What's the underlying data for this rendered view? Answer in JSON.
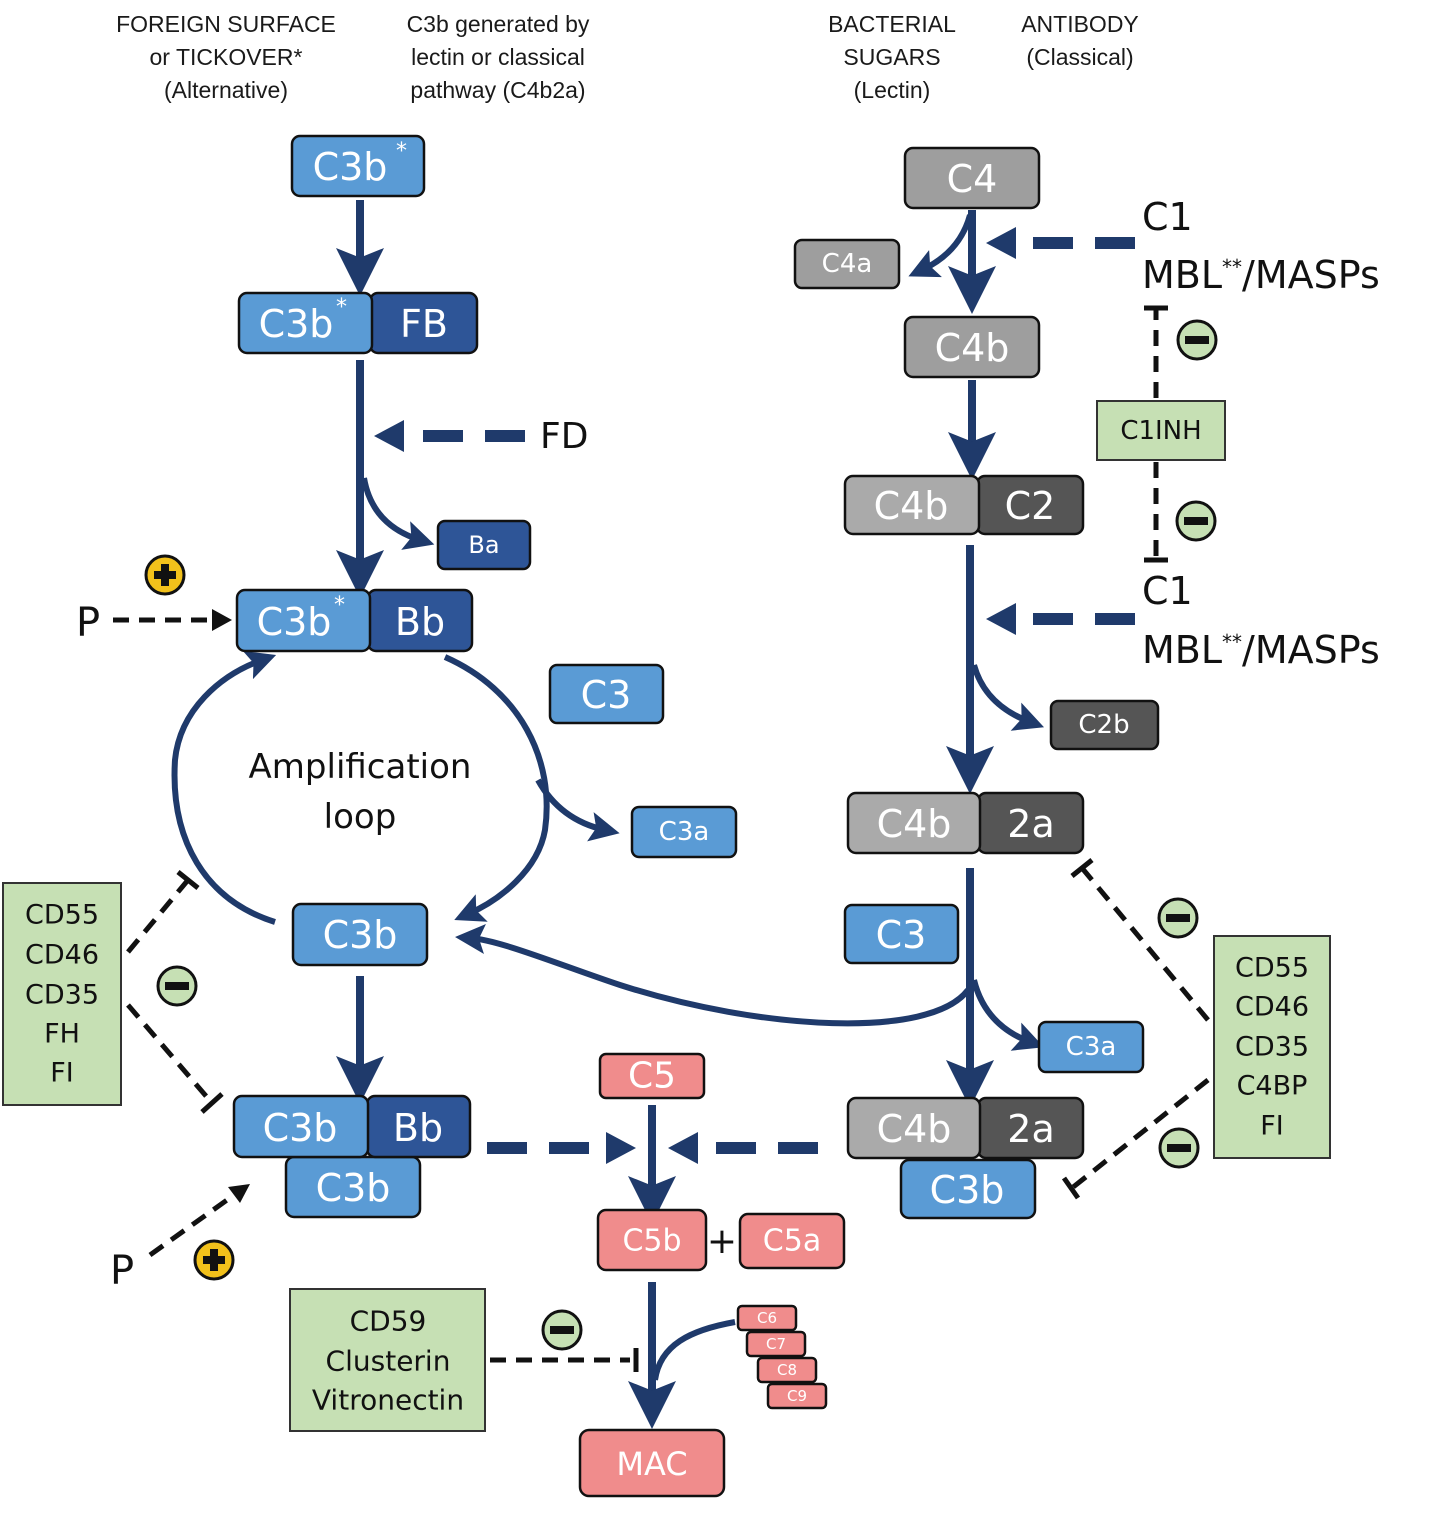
{
  "colors": {
    "c3_blue": "#5a9bd5",
    "factor_dark_blue": "#2e5597",
    "c4_gray": "#9e9e9e",
    "c4b_light_gray": "#aaaaaa",
    "c2_dark_gray": "#555555",
    "terminal_pink": "#f08c8c",
    "inhibitor_green": "#c6e0b4",
    "flow_navy": "#1f3a6b",
    "plus_yellow": "#f2c11b"
  },
  "headers": {
    "alternative": [
      "FOREIGN SURFACE",
      "or TICKOVER*",
      "(Alternative)"
    ],
    "c3b_generated": [
      "C3b generated by",
      "lectin or classical",
      "pathway (C4b2a)"
    ],
    "lectin": [
      "BACTERIAL",
      "SUGARS",
      "(Lectin)"
    ],
    "classical": [
      "ANTIBODY",
      "(Classical)"
    ]
  },
  "alternative": {
    "c3b_star_top": {
      "label": "C3b",
      "sup": "*"
    },
    "c3b_fb": {
      "left": "C3b",
      "left_sup": "*",
      "right": "FB"
    },
    "fd_label": "FD",
    "ba": "Ba",
    "properdin_top": "P",
    "c3b_bb": {
      "left": "C3b",
      "left_sup": "*",
      "right": "Bb"
    },
    "c3_input": "C3",
    "c3a_output": "C3a",
    "loop_label": [
      "Amplification",
      "loop"
    ],
    "c3b_mid": "C3b",
    "c5_convertase": {
      "left": "C3b",
      "right": "Bb",
      "bottom": "C3b"
    },
    "properdin_bottom": "P"
  },
  "lectin_classical": {
    "c4": "C4",
    "c4a": "C4a",
    "activator_top": {
      "line1": "C1",
      "line2_main": "MBL",
      "line2_sup": "**",
      "line2_rest": "/MASPs"
    },
    "c4b": "C4b",
    "c1inh": "C1INH",
    "c4b_c2": {
      "left": "C4b",
      "right": "C2"
    },
    "activator_bottom": {
      "line1": "C1",
      "line2_main": "MBL",
      "line2_sup": "**",
      "line2_rest": "/MASPs"
    },
    "c2b": "C2b",
    "c4b_2a": {
      "left": "C4b",
      "right": "2a"
    },
    "c3_input": "C3",
    "c3a_output": "C3a",
    "c5_convertase": {
      "left": "C4b",
      "right": "2a",
      "bottom": "C3b"
    }
  },
  "terminal": {
    "c5": "C5",
    "c5b": "C5b",
    "plus": "+",
    "c5a": "C5a",
    "late_components": [
      "C6",
      "C7",
      "C8",
      "C9"
    ],
    "mac": "MAC"
  },
  "inhibitors": {
    "left_regulators": [
      "CD55",
      "CD46",
      "CD35",
      "FH",
      "FI"
    ],
    "right_regulators": [
      "CD55",
      "CD46",
      "CD35",
      "C4BP",
      "FI"
    ],
    "mac_regulators": [
      "CD59",
      "Clusterin",
      "Vitronectin"
    ]
  },
  "symbols": {
    "plus": "+",
    "minus": "−"
  }
}
